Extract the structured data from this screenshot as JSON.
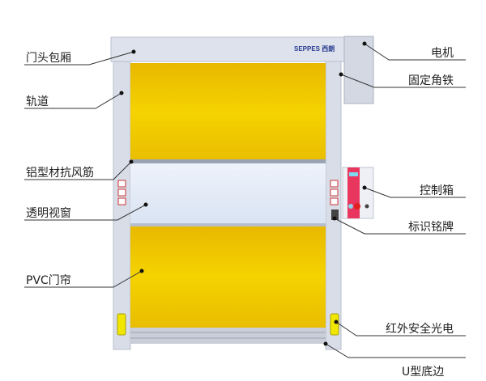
{
  "brand": "SEPPES 西朗",
  "labels_left": [
    {
      "id": "header-box",
      "text": "门头包厢"
    },
    {
      "id": "track",
      "text": "轨道"
    },
    {
      "id": "wind-bar",
      "text": "铝型材抗风筋"
    },
    {
      "id": "window",
      "text": "透明视窗"
    },
    {
      "id": "curtain",
      "text": "PVC门帘"
    }
  ],
  "labels_right": [
    {
      "id": "motor",
      "text": "电机"
    },
    {
      "id": "angle-iron",
      "text": "固定角铁"
    },
    {
      "id": "control-box",
      "text": "控制箱"
    },
    {
      "id": "nameplate",
      "text": "标识铭牌"
    },
    {
      "id": "photocell",
      "text": "红外安全光电"
    },
    {
      "id": "bottom-bar",
      "text": "U型底边"
    }
  ],
  "colors": {
    "curtain": "#f2cc00",
    "frame": "#d6dbe6",
    "window": "#e6eef8",
    "control": "#e8365f"
  }
}
